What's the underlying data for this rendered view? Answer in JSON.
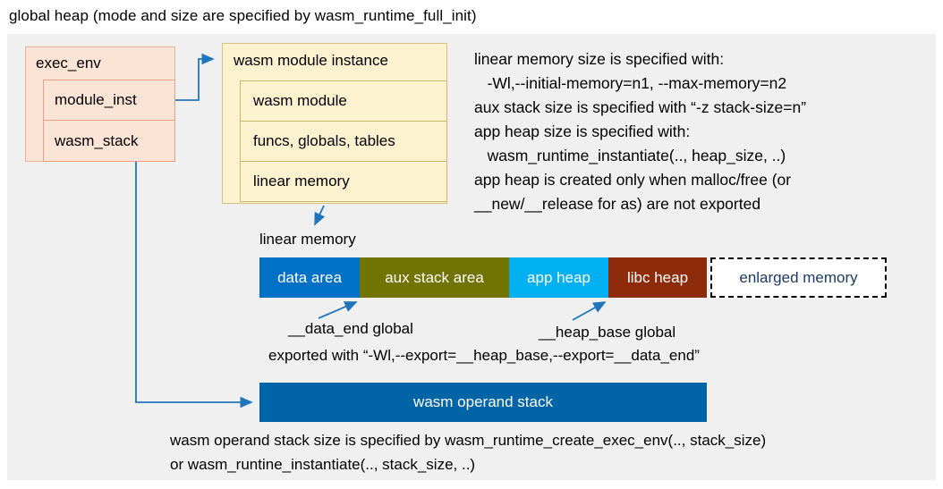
{
  "title": "global heap (mode and size are specified by wasm_runtime_full_init)",
  "exec_env": {
    "label": "exec_env",
    "children": [
      "module_inst",
      "wasm_stack"
    ]
  },
  "module_instance": {
    "label": "wasm module instance",
    "children": [
      "wasm module",
      "funcs, globals, tables",
      "linear memory"
    ]
  },
  "notes": [
    "linear memory size is specified with:",
    "   -Wl,--initial-memory=n1, --max-memory=n2",
    "aux stack size is specified with “-z stack-size=n”",
    "app heap size is specified with:",
    "   wasm_runtime_instantiate(.., heap_size, ..)",
    "app heap is created only when malloc/free (or",
    "__new/__release for as) are not exported"
  ],
  "linear_memory": {
    "label": "linear memory",
    "segments": [
      {
        "label": "data area",
        "color": "#0071c5",
        "text_color": "#ffffff"
      },
      {
        "label": "aux stack area",
        "color": "#717400",
        "text_color": "#ffffff"
      },
      {
        "label": "app heap",
        "color": "#00b0f0",
        "text_color": "#ffffff"
      },
      {
        "label": "libc heap",
        "color": "#8e2b0b",
        "text_color": "#ffffff"
      },
      {
        "label": "enlarged memory",
        "color": "#ffffff",
        "text_color": "#1f3a63"
      }
    ]
  },
  "annotations": {
    "data_end": "__data_end global",
    "heap_base": "__heap_base global",
    "exported": "exported with “-Wl,--export=__heap_base,--export=__data_end”"
  },
  "operand_stack": {
    "label": "wasm operand stack"
  },
  "footer": [
    "wasm operand stack size is specified by wasm_runtime_create_exec_env(.., stack_size)",
    "or wasm_runtine_instantiate(.., stack_size, ..)"
  ],
  "colors": {
    "arrow_blue": "#2076bc",
    "operand_stack": "#0064a6",
    "panel_bg": "#f0f0f0",
    "exec_env_fill": "#fbe3d6",
    "module_fill": "#fdf2cf"
  }
}
